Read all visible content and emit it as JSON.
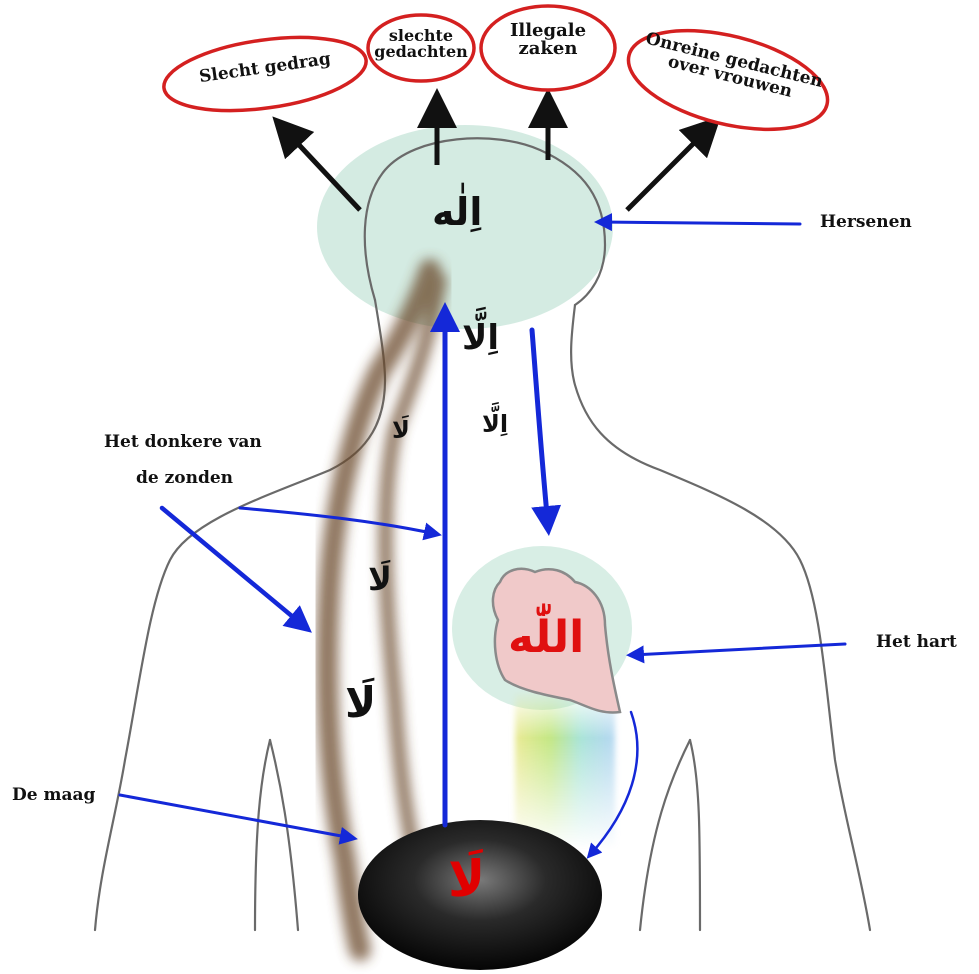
{
  "thoughts": [
    {
      "text": "Slecht gedrag"
    },
    {
      "text": "slechte\ngedachten"
    },
    {
      "text": "Illegale\nzaken"
    },
    {
      "text": "Onreine gedachten\nover vrouwen"
    }
  ],
  "labels": {
    "brain": "Hersenen",
    "darkness_line1": "Het donkere van",
    "darkness_line2": "de zonden",
    "heart": "Het hart",
    "stomach": "De maag"
  },
  "arabic": {
    "brain_word": "اِلٰه",
    "neck_word_1": "اِلَّا",
    "neck_word_2": "اِلَّا",
    "heart_word": "اللّٰه",
    "spine_word_1": "لَا",
    "spine_word_2": "لَا",
    "spine_word_3": "لَا",
    "stomach_word": "لَا"
  },
  "colors": {
    "ellipse_border": "#d42020",
    "brain_fill": "#cfe9df",
    "heart_glow": "#d6ede4",
    "heart_fill": "#f0c9c9",
    "heart_text": "#e01010",
    "stomach_text": "#e00000",
    "pointer": "#1428d8",
    "dark_arrow": "#111111",
    "body_outline": "#6a6a6a",
    "smoke": "#6b4a2a"
  }
}
